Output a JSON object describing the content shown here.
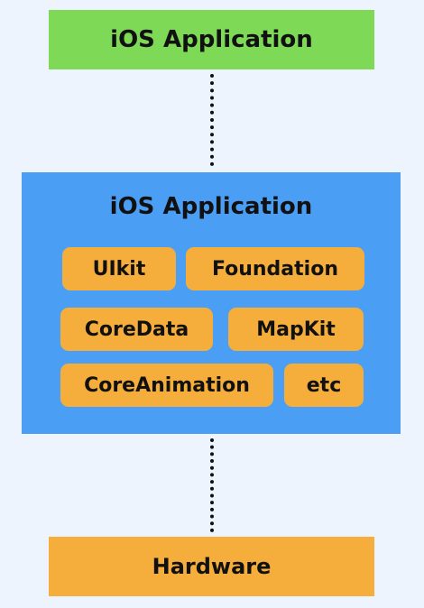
{
  "top": {
    "label": "iOS Application"
  },
  "middle": {
    "title": "iOS Application",
    "frameworks": [
      "UIkit",
      "Foundation",
      "CoreData",
      "MapKit",
      "CoreAnimation",
      "etc"
    ]
  },
  "bottom": {
    "label": "Hardware"
  },
  "colors": {
    "background": "#eef4fd",
    "top_box": "#7ed957",
    "middle_box": "#4a9ff5",
    "framework_pill": "#f5ae3b",
    "hardware_box": "#f5ae3b",
    "text": "#111111"
  }
}
